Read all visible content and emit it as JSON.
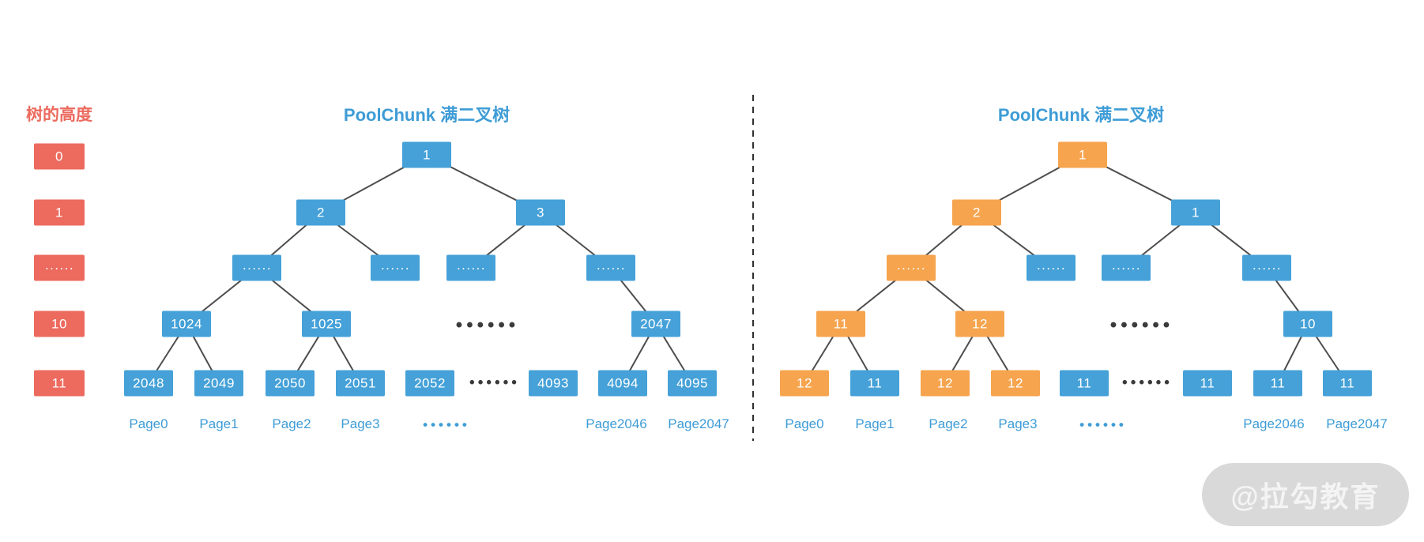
{
  "titles": {
    "legend": "树的高度",
    "left_tree": "PoolChunk 满二叉树",
    "right_tree": "PoolChunk 满二叉树"
  },
  "legend": {
    "items": [
      {
        "label": "0"
      },
      {
        "label": "1"
      },
      {
        "label": "······"
      },
      {
        "label": "10"
      },
      {
        "label": "11"
      }
    ]
  },
  "left_tree": {
    "root": {
      "label": "1",
      "variant": "blue"
    },
    "level1": [
      {
        "label": "2",
        "variant": "blue"
      },
      {
        "label": "3",
        "variant": "blue"
      }
    ],
    "level2": [
      {
        "label": "······",
        "variant": "blue"
      },
      {
        "label": "······",
        "variant": "blue"
      },
      {
        "label": "······",
        "variant": "blue"
      },
      {
        "label": "······",
        "variant": "blue"
      }
    ],
    "level3": [
      {
        "label": "1024",
        "variant": "blue"
      },
      {
        "label": "1025",
        "variant": "blue"
      },
      {
        "label": "2047",
        "variant": "blue"
      }
    ],
    "leaves": [
      {
        "label": "2048",
        "variant": "blue"
      },
      {
        "label": "2049",
        "variant": "blue"
      },
      {
        "label": "2050",
        "variant": "blue"
      },
      {
        "label": "2051",
        "variant": "blue"
      },
      {
        "label": "2052",
        "variant": "blue"
      },
      {
        "label": "4093",
        "variant": "blue"
      },
      {
        "label": "4094",
        "variant": "blue"
      },
      {
        "label": "4095",
        "variant": "blue"
      }
    ],
    "page_labels": [
      "Page0",
      "Page1",
      "Page2",
      "Page3",
      "Page2046",
      "Page2047"
    ]
  },
  "right_tree": {
    "root": {
      "label": "1",
      "variant": "orange"
    },
    "level1": [
      {
        "label": "2",
        "variant": "orange"
      },
      {
        "label": "1",
        "variant": "blue"
      }
    ],
    "level2": [
      {
        "label": "······",
        "variant": "orange"
      },
      {
        "label": "······",
        "variant": "blue"
      },
      {
        "label": "······",
        "variant": "blue"
      },
      {
        "label": "······",
        "variant": "blue"
      }
    ],
    "level3": [
      {
        "label": "11",
        "variant": "orange"
      },
      {
        "label": "12",
        "variant": "orange"
      },
      {
        "label": "10",
        "variant": "blue"
      }
    ],
    "leaves": [
      {
        "label": "12",
        "variant": "orange"
      },
      {
        "label": "11",
        "variant": "blue"
      },
      {
        "label": "12",
        "variant": "orange"
      },
      {
        "label": "12",
        "variant": "orange"
      },
      {
        "label": "11",
        "variant": "blue"
      },
      {
        "label": "11",
        "variant": "blue"
      },
      {
        "label": "11",
        "variant": "blue"
      },
      {
        "label": "11",
        "variant": "blue"
      }
    ],
    "page_labels": [
      "Page0",
      "Page1",
      "Page2",
      "Page3",
      "Page2046",
      "Page2047"
    ]
  },
  "ellipsis": {
    "branch_dots": "••••••",
    "leaf_dots": "••••••",
    "page_dots": "••••••"
  },
  "watermark": "@拉勾教育",
  "colors": {
    "blue": "#45a1d8",
    "orange": "#f6a44e",
    "red": "#ec6a5e",
    "edge": "#4d4d4d",
    "title_blue": "#3e9cd6"
  }
}
